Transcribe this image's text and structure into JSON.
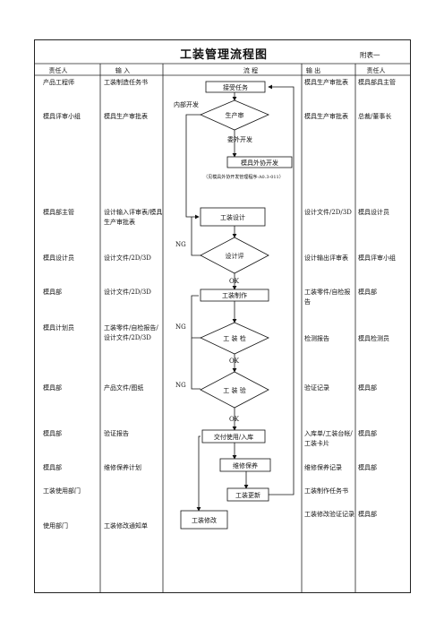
{
  "doc": {
    "title": "工装管理流程图",
    "attachment": "附表一"
  },
  "headers": {
    "responsible": "责任人",
    "input": "输 入",
    "process": "流 程",
    "output": "输 出",
    "responsible2": "责任人"
  },
  "left_rows": [
    {
      "resp": "产品工程师",
      "input": "工装制造任务书"
    },
    {
      "resp": "模具评审小组",
      "input": "模具生产审批表"
    },
    {
      "resp": "模具部主管",
      "input": "设计输入评审表/模具生产审批表"
    },
    {
      "resp": "模具设计员",
      "input": "设计文件/2D/3D"
    },
    {
      "resp": "模具部",
      "input": "设计文件/2D/3D"
    },
    {
      "resp": "模具计划员",
      "input": "工装零件/自检报告/设计文件/2D/3D"
    },
    {
      "resp": "模具部",
      "input": "产品文件/图纸"
    },
    {
      "resp": "模具部",
      "input": "验证报告"
    },
    {
      "resp": "模具部",
      "input": "维修保养计划"
    },
    {
      "resp": "工装使用部门",
      "input": ""
    },
    {
      "resp": "使用部门",
      "input": "工装修改通知单"
    }
  ],
  "right_rows": [
    {
      "output": "模具生产审批表",
      "resp": "模具部具主管"
    },
    {
      "output": "模具生产审批表",
      "resp": "总裁/董事长"
    },
    {
      "output": "设计文件/2D/3D",
      "resp": "模具设计员"
    },
    {
      "output": "设计输出评审表",
      "resp": "模具评审小组"
    },
    {
      "output": "工装零件/自检报告",
      "resp": "模具部"
    },
    {
      "output": "检测报告",
      "resp": "模具检测员"
    },
    {
      "output": "验证记录",
      "resp": "模具部"
    },
    {
      "output": "入库单/工装台帐/工装卡片",
      "resp": "模具部"
    },
    {
      "output": "维修保养记录",
      "resp": "模具部"
    },
    {
      "output": "工装制作任务书",
      "resp": ""
    },
    {
      "output": "工装修改验证记录",
      "resp": "模具部"
    }
  ],
  "flow": {
    "accept_task": "接受任务",
    "internal_dev": "内部开发",
    "production_review": "生产审",
    "external_dev": "委外开发",
    "mold_outsourcing": "模具外协开发",
    "outsourcing_note": "（见模具外协开发管理程序-A0.3-011）",
    "tool_design": "工装设计",
    "ng1": "NG",
    "design_review": "设计评",
    "ok1": "OK",
    "tool_making": "工装制作",
    "ng2": "NG",
    "inspection": "工 装 检",
    "ok2": "OK",
    "ng3": "NG",
    "validation": "工 装 验",
    "ok3": "OK",
    "delivery": "交付使用/入库",
    "maintenance": "维修保养",
    "tool_update": "工装更新",
    "tool_modify": "工装修改"
  }
}
